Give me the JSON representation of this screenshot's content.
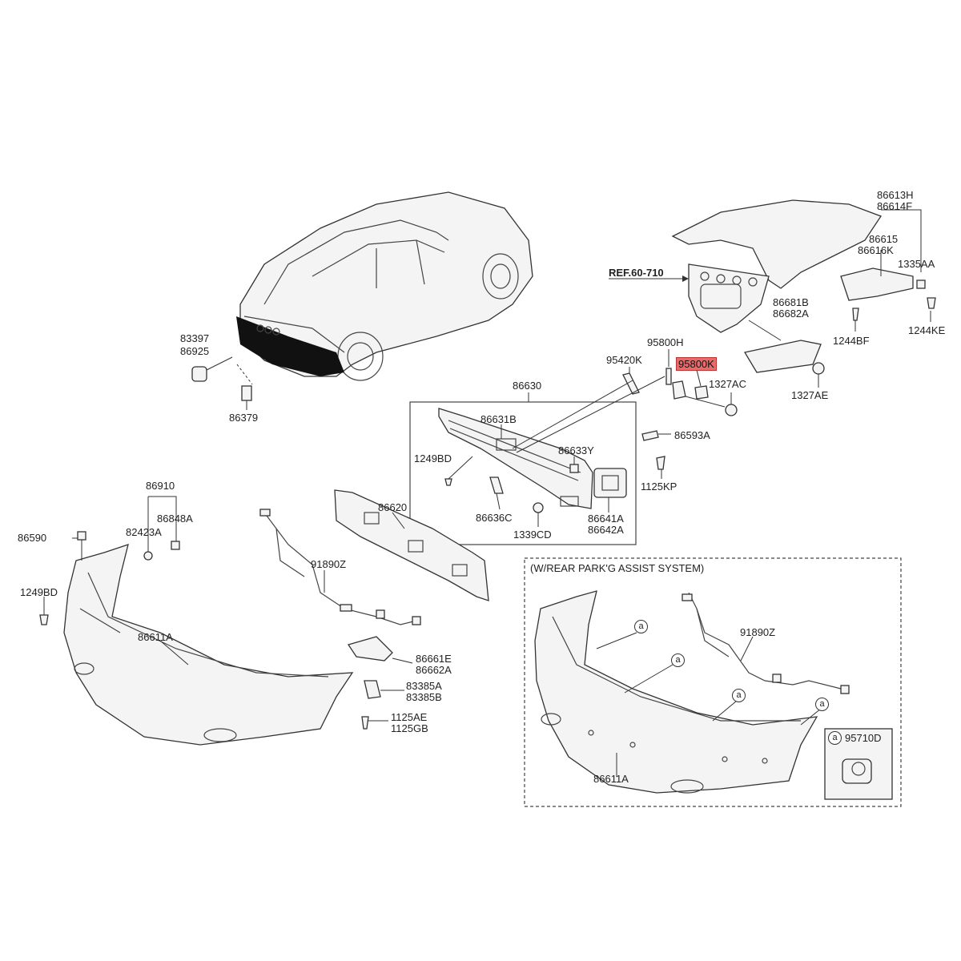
{
  "diagram": {
    "reference": "REF.60-710",
    "highlighted_part": "95800K",
    "parts_labels": [
      {
        "id": "83397",
        "text": "83397"
      },
      {
        "id": "86925",
        "text": "86925"
      },
      {
        "id": "86379",
        "text": "86379"
      },
      {
        "id": "86613H",
        "text": "86613H"
      },
      {
        "id": "86614F",
        "text": "86614F"
      },
      {
        "id": "86615",
        "text": "86615"
      },
      {
        "id": "86616K",
        "text": "86616K"
      },
      {
        "id": "1335AA",
        "text": "1335AA"
      },
      {
        "id": "86681B",
        "text": "86681B"
      },
      {
        "id": "86682A",
        "text": "86682A"
      },
      {
        "id": "1244BF",
        "text": "1244BF"
      },
      {
        "id": "1244KE",
        "text": "1244KE"
      },
      {
        "id": "95800H",
        "text": "95800H"
      },
      {
        "id": "95800K",
        "text": "95800K"
      },
      {
        "id": "95420K",
        "text": "95420K"
      },
      {
        "id": "1327AC",
        "text": "1327AC"
      },
      {
        "id": "1327AE",
        "text": "1327AE"
      },
      {
        "id": "86630",
        "text": "86630"
      },
      {
        "id": "86631B",
        "text": "86631B"
      },
      {
        "id": "86593A",
        "text": "86593A"
      },
      {
        "id": "86633Y",
        "text": "86633Y"
      },
      {
        "id": "1249BD_a",
        "text": "1249BD"
      },
      {
        "id": "1125KP",
        "text": "1125KP"
      },
      {
        "id": "86636C",
        "text": "86636C"
      },
      {
        "id": "1339CD",
        "text": "1339CD"
      },
      {
        "id": "86641A",
        "text": "86641A"
      },
      {
        "id": "86642A",
        "text": "86642A"
      },
      {
        "id": "86620",
        "text": "86620"
      },
      {
        "id": "86910",
        "text": "86910"
      },
      {
        "id": "86848A",
        "text": "86848A"
      },
      {
        "id": "82423A",
        "text": "82423A"
      },
      {
        "id": "86590",
        "text": "86590"
      },
      {
        "id": "1249BD_b",
        "text": "1249BD"
      },
      {
        "id": "86611A_a",
        "text": "86611A"
      },
      {
        "id": "91890Z_a",
        "text": "91890Z"
      },
      {
        "id": "86661E",
        "text": "86661E"
      },
      {
        "id": "86662A",
        "text": "86662A"
      },
      {
        "id": "83385A",
        "text": "83385A"
      },
      {
        "id": "83385B",
        "text": "83385B"
      },
      {
        "id": "1125AE",
        "text": "1125AE"
      },
      {
        "id": "1125GB",
        "text": "1125GB"
      },
      {
        "id": "91890Z_b",
        "text": "91890Z"
      },
      {
        "id": "86611A_b",
        "text": "86611A"
      }
    ],
    "park_assist_panel": {
      "title": "(W/REAR PARK'G ASSIST SYSTEM)",
      "marker": "a",
      "legend_part": "95710D"
    }
  }
}
